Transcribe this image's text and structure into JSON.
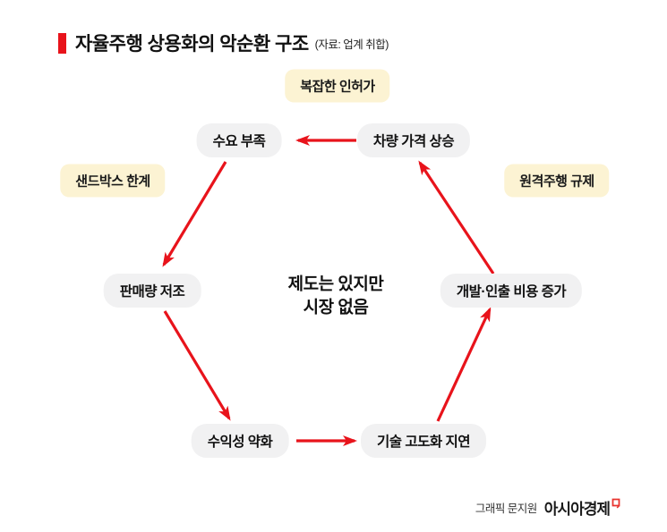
{
  "header": {
    "title": "자율주행 상용화의 악순환 구조",
    "source": "(자료: 업계 취합)"
  },
  "diagram": {
    "center_text_line1": "제도는 있지만",
    "center_text_line2": "시장 없음",
    "nodes": [
      {
        "id": "demand-shortage",
        "label": "수요 부족"
      },
      {
        "id": "price-increase",
        "label": "차량 가격 상승"
      },
      {
        "id": "low-sales",
        "label": "판매량 저조"
      },
      {
        "id": "cost-increase",
        "label": "개발·인출 비용 증가"
      },
      {
        "id": "weak-profitability",
        "label": "수익성 약화"
      },
      {
        "id": "tech-delay",
        "label": "기술 고도화 지연"
      }
    ],
    "external_factors": [
      {
        "id": "complex-permits",
        "label": "복잡한 인허가"
      },
      {
        "id": "sandbox-limits",
        "label": "샌드박스 한계"
      },
      {
        "id": "remote-driving-regulation",
        "label": "원격주행 규제"
      }
    ],
    "colors": {
      "accent_red": "#e8131b",
      "node_bg": "#f1f1f2",
      "factor_bg": "#fcf3d3"
    }
  },
  "footer": {
    "credit": "그래픽 문지원",
    "brand": "아시아경제"
  }
}
